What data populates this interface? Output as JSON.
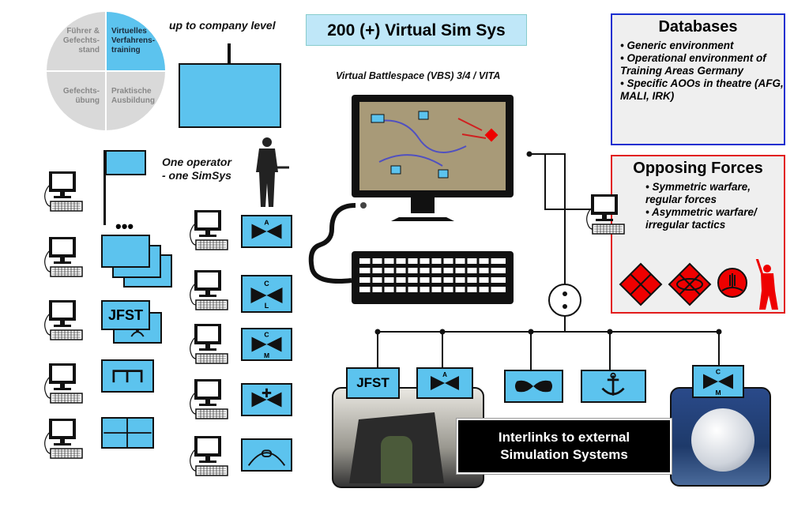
{
  "pie": {
    "top_left": "Führer & Gefechts-stand",
    "top_right": "Virtuelles Verfahrens-training",
    "bottom_left": "Gefechts-übung",
    "bottom_right": "Praktische Ausbildung",
    "highlight_color": "#5cc3ee"
  },
  "company_label": "up to company level",
  "title": "200 (+) Virtual Sim Sys",
  "vbs_label": "Virtual Battlespace (VBS) 3/4 / VITA",
  "operator_label_1": "One operator",
  "operator_label_2": "- one SimSys",
  "jfst": "JFST",
  "unit_letters": {
    "a": "A",
    "cl_top": "C",
    "cl_bottom": "L",
    "cm_top": "C",
    "cm_bottom": "M"
  },
  "databases": {
    "title": "Databases",
    "items": [
      "Generic environment",
      "Operational environment of Training Areas Germany",
      "Specific AOOs in theatre (AFG, MALI, IRK)"
    ],
    "border_color": "#1a2fd0"
  },
  "opfor": {
    "title": "Opposing Forces",
    "items": [
      "Symmetric warfare, regular forces",
      "Asymmetric warfare/ irregular tactics"
    ],
    "border_color": "#e21b1b"
  },
  "interlinks": "Interlinks to external Simulation Systems"
}
